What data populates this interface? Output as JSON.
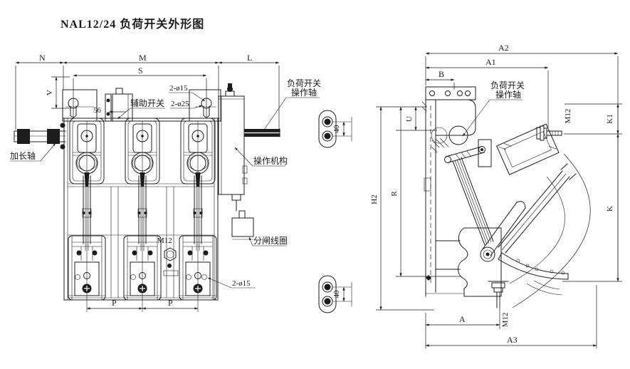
{
  "title": "NAL12/24 负荷开关外形图",
  "front_view": {
    "dims": {
      "n": "N",
      "m": "M",
      "l": "L",
      "s": "S",
      "v": "V",
      "bracket_width": "56",
      "pole_pitch_left": "P",
      "pole_pitch_right": "P",
      "bolt": "M12",
      "slot_top": "2-ø15",
      "hole_top": "2-ø25",
      "hole_bottom": "2-ø15"
    },
    "labels": {
      "aux_switch": "辅助开关",
      "op_shaft_line1": "负荷开关",
      "op_shaft_line2": "操作轴",
      "extension_shaft": "加长轴",
      "mechanism": "操作机构",
      "trip_coil": "分闸线圈"
    }
  },
  "mounting_bracket": {
    "dim_top": "40",
    "dim_bottom": "40"
  },
  "side_view": {
    "dims": {
      "a2": "A2",
      "a1": "A1",
      "b": "B",
      "u": "U",
      "h2": "H2",
      "r": "R",
      "k1": "K1",
      "k": "K",
      "a": "A",
      "a3": "A3",
      "bolt_top": "M12",
      "bolt_bottom": "M12"
    },
    "labels": {
      "op_shaft_line1": "负荷开关",
      "op_shaft_line2": "操作轴"
    }
  },
  "colors": {
    "line": "#1c1c1c",
    "background": "#ffffff"
  }
}
